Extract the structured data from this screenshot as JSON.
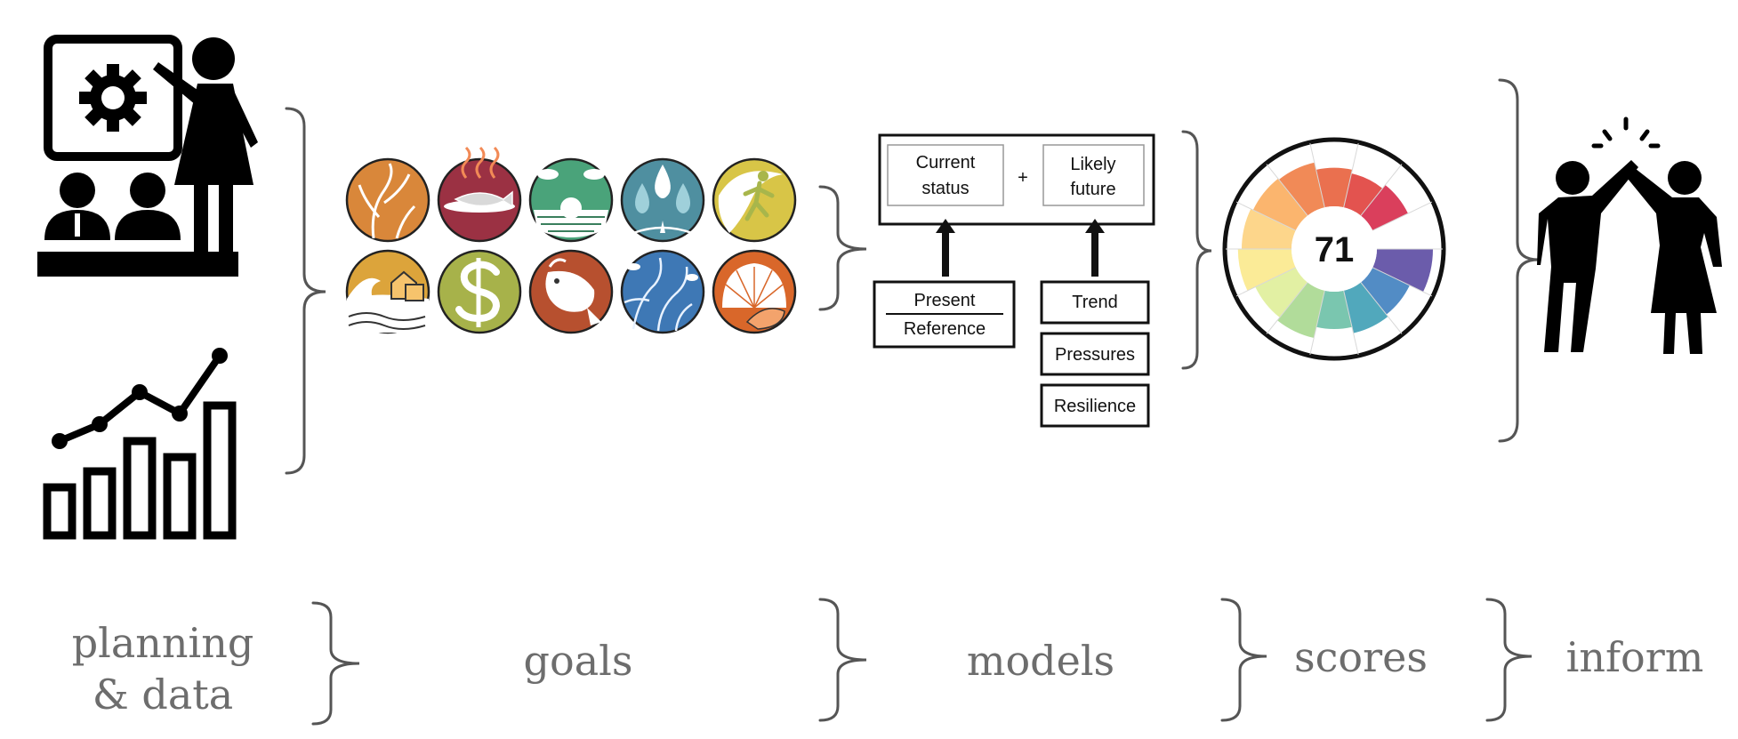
{
  "stages": [
    {
      "line1": "planning",
      "line2": "& data"
    },
    {
      "line1": "goals"
    },
    {
      "line1": "models"
    },
    {
      "line1": "scores"
    },
    {
      "line1": "inform"
    }
  ],
  "goal_icons": [
    {
      "name": "seaweed-icon",
      "color": "#d9873a"
    },
    {
      "name": "fish-dish-icon",
      "color": "#9b3143"
    },
    {
      "name": "sunrise-sea-icon",
      "color": "#4aa37a"
    },
    {
      "name": "water-drops-icon",
      "color": "#4f8fa0"
    },
    {
      "name": "surfer-icon",
      "color": "#d8c547"
    },
    {
      "name": "wave-house-icon",
      "color": "#dca43b"
    },
    {
      "name": "dollar-icon",
      "color": "#a7b24a"
    },
    {
      "name": "fish-icon",
      "color": "#b7502f"
    },
    {
      "name": "kelp-habitat-icon",
      "color": "#3e78b5"
    },
    {
      "name": "seashell-icon",
      "color": "#d9672a"
    }
  ],
  "model": {
    "current_status": [
      "Current",
      "status"
    ],
    "plus": "+",
    "likely_future": [
      "Likely",
      "future"
    ],
    "present": "Present",
    "reference": "Reference",
    "trend": "Trend",
    "pressures": "Pressures",
    "resilience": "Resilience"
  },
  "score": {
    "value": "71",
    "petals": [
      {
        "color": "#e8603c",
        "fraction": 0.62
      },
      {
        "color": "#e0403c",
        "fraction": 0.56
      },
      {
        "color": "#d62a4a",
        "fraction": 0.63
      },
      {
        "color": "#ffffff",
        "fraction": 0.72
      },
      {
        "color": "#5b4aa2",
        "fraction": 0.9
      },
      {
        "color": "#3f7fbf",
        "fraction": 0.66
      },
      {
        "color": "#3e9fb5",
        "fraction": 0.7
      },
      {
        "color": "#6bc0a6",
        "fraction": 0.6
      },
      {
        "color": "#a8d88f",
        "fraction": 0.78
      },
      {
        "color": "#dfee99",
        "fraction": 0.72
      },
      {
        "color": "#fbe98c",
        "fraction": 0.86
      },
      {
        "color": "#fdd17e",
        "fraction": 0.8
      },
      {
        "color": "#fbad5e",
        "fraction": 0.76
      },
      {
        "color": "#f07d45",
        "fraction": 0.74
      }
    ]
  }
}
